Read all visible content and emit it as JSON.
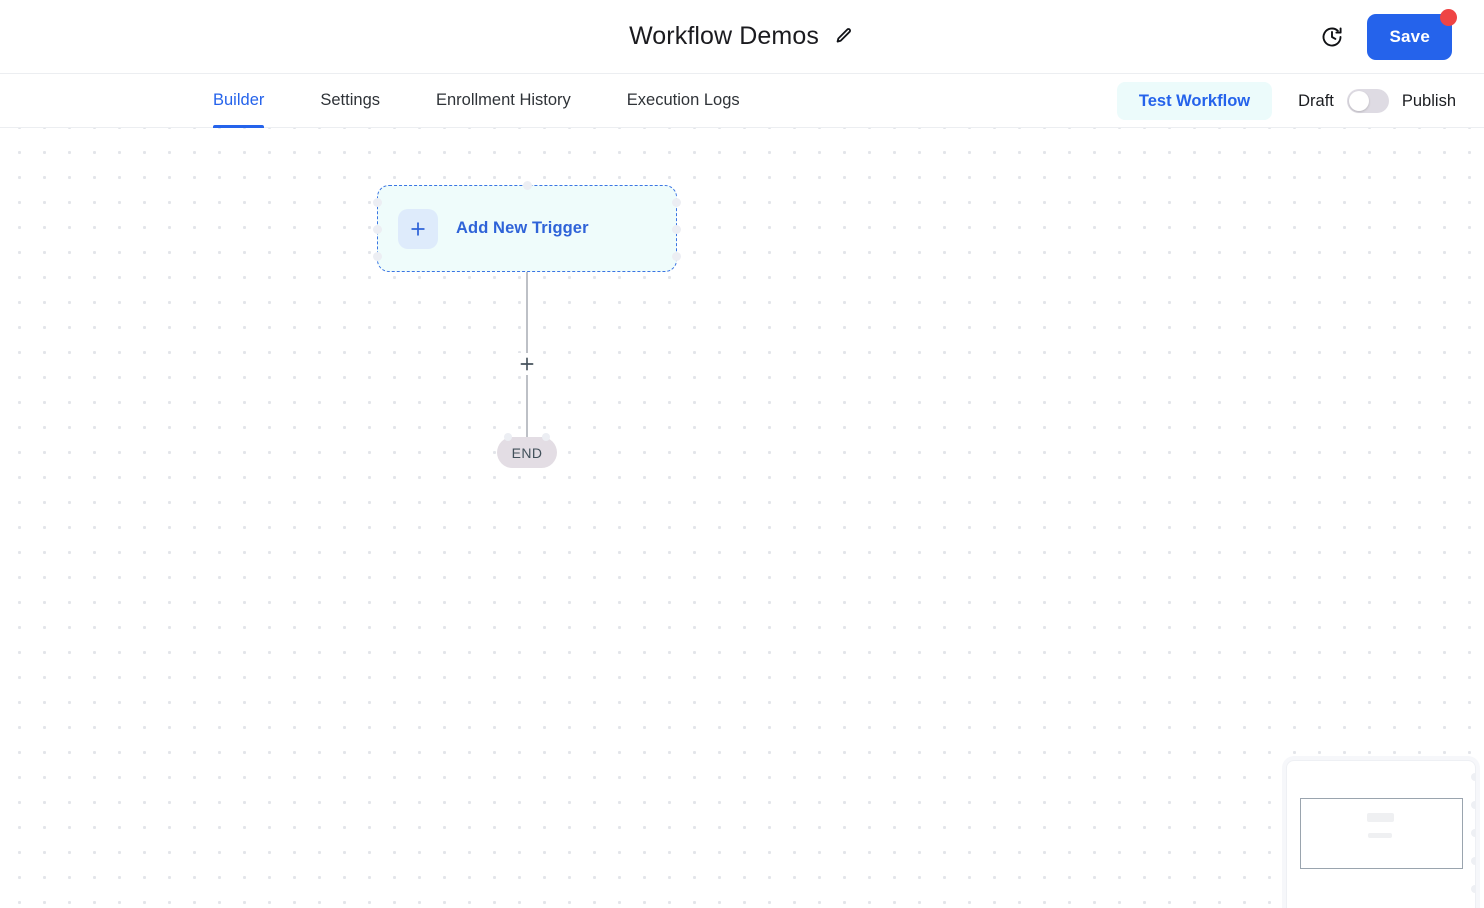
{
  "header": {
    "title": "Workflow Demos",
    "edit_icon": "pencil-icon",
    "history_icon": "clock-history-icon",
    "save_label": "Save",
    "save_badge_color": "#ef4444",
    "accent_color": "#2563eb"
  },
  "tabs": [
    {
      "label": "Builder",
      "active": true
    },
    {
      "label": "Settings",
      "active": false
    },
    {
      "label": "Enrollment History",
      "active": false
    },
    {
      "label": "Execution Logs",
      "active": false
    }
  ],
  "actions": {
    "test_workflow_label": "Test Workflow",
    "draft_label": "Draft",
    "publish_label": "Publish",
    "toggle_state": "draft"
  },
  "canvas": {
    "trigger_node": {
      "label": "Add New Trigger",
      "icon": "plus-icon",
      "border_color": "#3b75e3",
      "background_color": "#effcfb"
    },
    "connector": {
      "add_step_icon": "plus-icon"
    },
    "end_node": {
      "label": "END",
      "background_color": "#e3dde4"
    }
  },
  "minimap": {
    "name": "canvas-minimap"
  }
}
